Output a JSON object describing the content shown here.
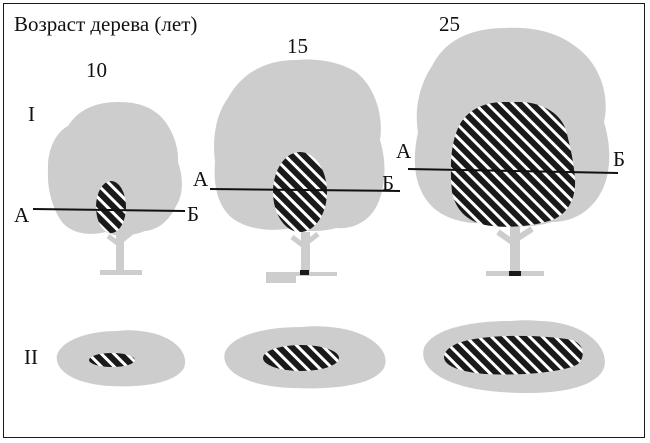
{
  "figure": {
    "title": "Возраст дерева (лет)",
    "row_labels": [
      "I",
      "II"
    ],
    "trees": [
      {
        "age": "10",
        "line_left": "А",
        "line_right": "Б"
      },
      {
        "age": "15",
        "line_left": "А",
        "line_right": "Б"
      },
      {
        "age": "25",
        "line_left": "А",
        "line_right": "Б"
      }
    ]
  },
  "colors": {
    "crown": "#cdcdcd",
    "hatch_fill": "#1a1a1a",
    "hatch_stripe": "#ffffff",
    "line": "#111111",
    "frame": "#1a1a1a"
  }
}
